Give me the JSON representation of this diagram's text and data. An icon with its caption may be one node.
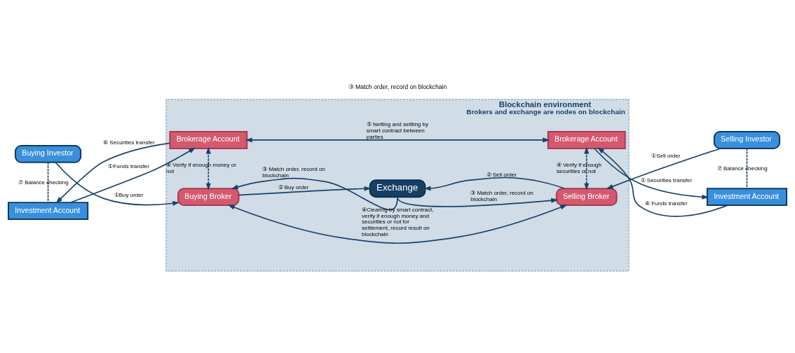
{
  "diagram": {
    "nodes": [
      {
        "text": [
          "Blockchain environment",
          "Brokers and exchange are nodes on blockchain"
        ]
      },
      {
        "text": [
          "Exchange"
        ],
        "in": 0
      },
      {
        "text": [
          "Buying Broker"
        ],
        "in": 0
      },
      {
        "text": [
          "Selling Broker"
        ],
        "in": 0
      },
      {
        "text": [
          "Brokerage Account"
        ],
        "in": 0
      },
      {
        "text": [
          "Brokerage Account"
        ],
        "in": 0
      },
      {
        "text": [
          "Buying Investor"
        ]
      },
      {
        "text": [
          "Investment Account"
        ]
      },
      {
        "text": [
          "Selling Investor"
        ]
      },
      {
        "text": [
          "Investment Account"
        ]
      }
    ],
    "edges": [
      {
        "from": 6,
        "to": 2,
        "arrow": "to",
        "label": "①Buy order"
      },
      {
        "from": 2,
        "to": 1,
        "arrow": "to",
        "label": "② Buy order"
      },
      {
        "from": 1,
        "to": 2,
        "arrow": "to",
        "label": "③ Match order, record on blockchain"
      },
      {
        "from": 8,
        "to": 3,
        "arrow": "to",
        "label": "①Sell order"
      },
      {
        "from": 3,
        "to": 1,
        "arrow": "to",
        "label": "② Sell order"
      },
      {
        "from": 1,
        "to": 3,
        "arrow": "to",
        "label": "③ Match order, record on blockchain"
      },
      {
        "from": 2,
        "to": 3,
        "arrow": "both",
        "label": "④Clearing by smart contract, verify if enough money and securities or not for settlement, record result on blockchain"
      },
      {
        "from": 2,
        "to": 4,
        "arrow": "both",
        "style": "dashed",
        "label": "④ Verify if enough money or not"
      },
      {
        "from": 3,
        "to": 5,
        "arrow": "both",
        "style": "dashed",
        "label": "④ Verify if enough securities or not"
      },
      {
        "from": 4,
        "to": 5,
        "arrow": "both",
        "label": "⑤ Netting and settling by smart contract between parties"
      },
      {
        "from": 7,
        "to": 4,
        "arrow": "to",
        "label": "①Funds transfer"
      },
      {
        "from": 4,
        "to": 7,
        "arrow": "to",
        "label": "⑥ Securities transfer"
      },
      {
        "from": 5,
        "to": 9,
        "arrow": "to",
        "label": "① Securities transfer"
      },
      {
        "from": 9,
        "to": 5,
        "arrow": "to",
        "label": "⑥ Funds transfer"
      },
      {
        "from": 6,
        "to": 7,
        "arrow": "none",
        "style": "dashed",
        "label": "⑦ Balance checking"
      },
      {
        "from": 8,
        "to": 9,
        "arrow": "none",
        "style": "dashed",
        "label": "⑦ Balance checking"
      }
    ],
    "labels": [
      "③ Match order, record on blockchain"
    ]
  }
}
